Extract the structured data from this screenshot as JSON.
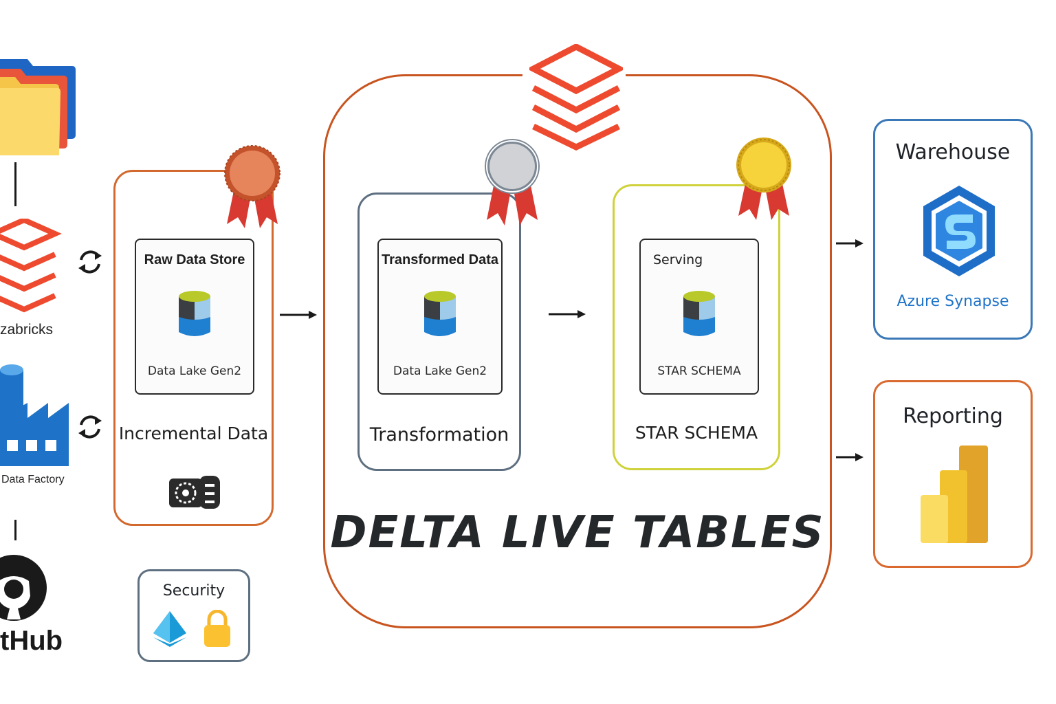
{
  "sources": {
    "databricks_label": "zabricks",
    "data_factory_label": "Data Factory",
    "github_label": "tHub"
  },
  "bronze": {
    "card_title": "Raw Data Store",
    "card_subtitle": "Data Lake Gen2",
    "stage_label": "Incremental Data"
  },
  "silver": {
    "card_title": "Transformed Data",
    "card_subtitle": "Data Lake Gen2",
    "stage_label": "Transformation"
  },
  "gold": {
    "card_title": "Serving",
    "card_subtitle": "STAR SCHEMA",
    "stage_label": "STAR SCHEMA"
  },
  "delta_live_tables": {
    "title": "DELTA LIVE TABLES"
  },
  "security": {
    "title": "Security"
  },
  "warehouse": {
    "title": "Warehouse",
    "product": "Azure Synapse"
  },
  "reporting": {
    "title": "Reporting"
  },
  "colors": {
    "databricks_red": "#ee4a2f",
    "bronze_border": "#d2692e",
    "silver_border": "#5d6f80",
    "gold_border": "#cfd23a",
    "warehouse_border": "#3a78b8",
    "reporting_border": "#d9692e",
    "azure_blue": "#1e73c8"
  },
  "icons": [
    "folder-stack-icon",
    "databricks-icon",
    "sync-icon",
    "data-factory-icon",
    "github-icon",
    "bronze-medal-icon",
    "silver-medal-icon",
    "gold-medal-icon",
    "database-icon",
    "azure-synapse-icon",
    "power-bi-icon",
    "azure-ad-icon",
    "lock-icon",
    "data-gears-icon"
  ]
}
